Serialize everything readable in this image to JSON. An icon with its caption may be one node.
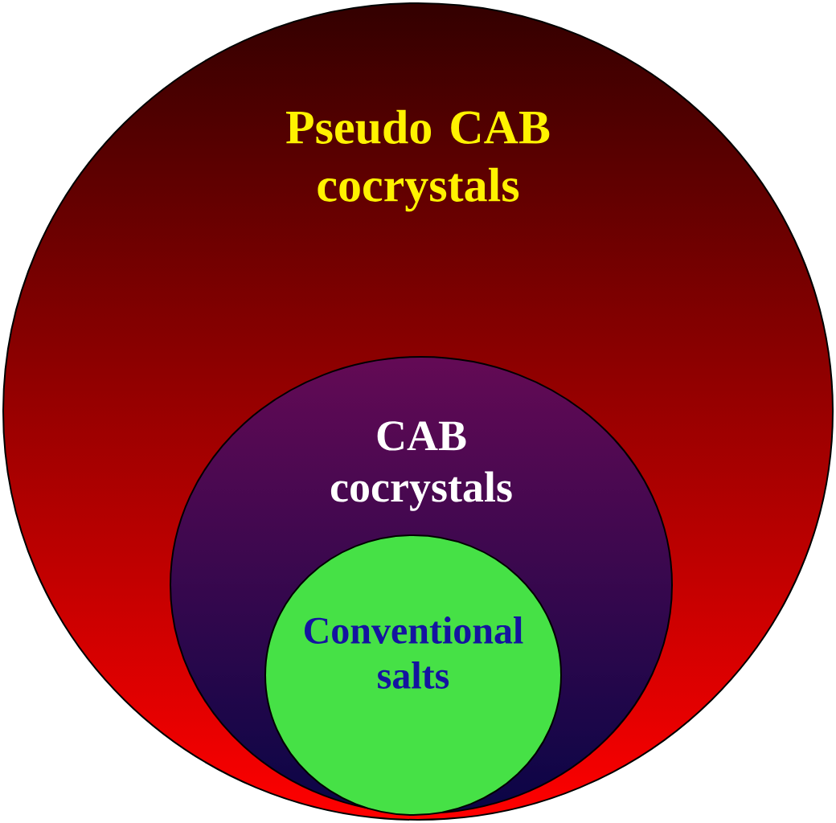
{
  "diagram": {
    "nodes": [
      {
        "text": [
          "Pseudo CAB cocrystals"
        ]
      },
      {
        "text": [
          "CAB cocrystals"
        ],
        "in": 0
      },
      {
        "text": [
          "Conventional salts"
        ],
        "in": 1
      }
    ]
  }
}
